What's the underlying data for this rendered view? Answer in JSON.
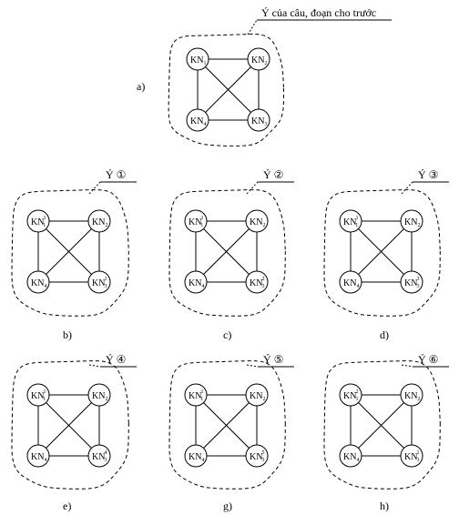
{
  "top": {
    "label": "a)",
    "idea_title": "Ý của câu, đoạn cho trước",
    "nodes": [
      {
        "base": "KN",
        "sub": "1",
        "sup": ""
      },
      {
        "base": "KN",
        "sub": "2",
        "sup": ""
      },
      {
        "base": "KN",
        "sub": "4",
        "sup": ""
      },
      {
        "base": "KN",
        "sub": "3",
        "sup": ""
      }
    ]
  },
  "panels": [
    {
      "label": "b)",
      "idea_title": "Ý ①",
      "nodes": [
        {
          "base": "KN",
          "sub": "1",
          "sup": "1"
        },
        {
          "base": "KN",
          "sub": "2",
          "sup": ""
        },
        {
          "base": "KN",
          "sub": "4",
          "sup": ""
        },
        {
          "base": "KN",
          "sub": "3",
          "sup": "1"
        }
      ]
    },
    {
      "label": "c)",
      "idea_title": "Ý ②",
      "nodes": [
        {
          "base": "KN",
          "sub": "1",
          "sup": "1"
        },
        {
          "base": "KN",
          "sub": "2",
          "sup": ""
        },
        {
          "base": "KN",
          "sub": "4",
          "sup": ""
        },
        {
          "base": "KN",
          "sub": "3",
          "sup": "2"
        }
      ]
    },
    {
      "label": "d)",
      "idea_title": "Ý ③",
      "nodes": [
        {
          "base": "KN",
          "sub": "1",
          "sup": "1"
        },
        {
          "base": "KN",
          "sub": "2",
          "sup": ""
        },
        {
          "base": "KN",
          "sub": "4",
          "sup": ""
        },
        {
          "base": "KN",
          "sub": "3",
          "sup": "3"
        }
      ]
    },
    {
      "label": "e)",
      "idea_title": "Ý ④",
      "nodes": [
        {
          "base": "KN",
          "sub": "1",
          "sup": "1"
        },
        {
          "base": "KN",
          "sub": "2",
          "sup": ""
        },
        {
          "base": "KN",
          "sub": "4",
          "sup": ""
        },
        {
          "base": "KN",
          "sub": "3",
          "sup": "4"
        }
      ]
    },
    {
      "label": "g)",
      "idea_title": "Ý ⑤",
      "nodes": [
        {
          "base": "KN",
          "sub": "1",
          "sup": "1"
        },
        {
          "base": "KN",
          "sub": "2",
          "sup": ""
        },
        {
          "base": "KN",
          "sub": "4",
          "sup": ""
        },
        {
          "base": "KN",
          "sub": "3",
          "sup": "5"
        }
      ]
    },
    {
      "label": "h)",
      "idea_title": "Ý ⑥",
      "nodes": [
        {
          "base": "KN",
          "sub": "1",
          "sup": "2"
        },
        {
          "base": "KN",
          "sub": "2",
          "sup": ""
        },
        {
          "base": "KN",
          "sub": "4",
          "sup": ""
        },
        {
          "base": "KN",
          "sub": "3",
          "sup": "1"
        }
      ]
    }
  ]
}
